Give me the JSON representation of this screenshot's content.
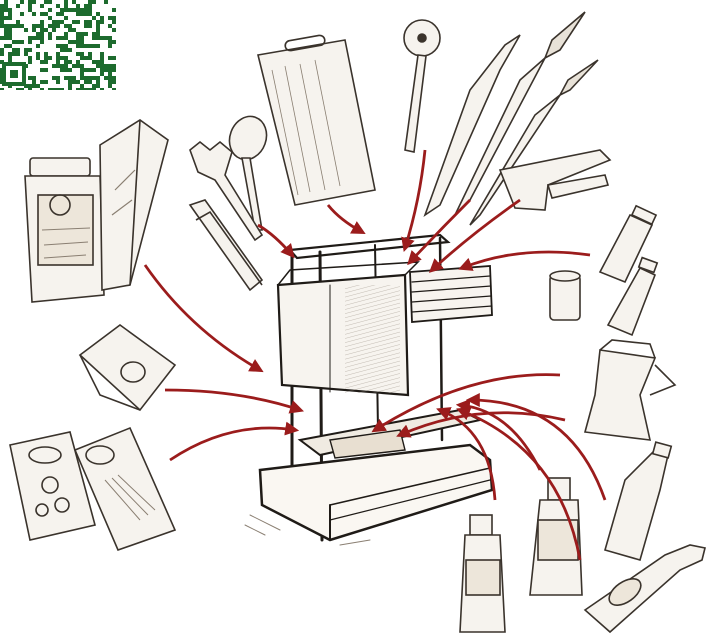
{
  "illustration": {
    "subject": "kitchen-storage-rack-sketch",
    "items": [
      "cutting-board",
      "pizza-cutter",
      "knife",
      "knife",
      "knife",
      "spoon",
      "fork",
      "tongs",
      "garlic-press",
      "jar",
      "pasta-box",
      "spice-bottle",
      "spice-bottle",
      "spice-jar",
      "tea-box",
      "food-packet",
      "food-packet",
      "moka-pot",
      "bottle",
      "bottle",
      "bottle",
      "wine-bottle"
    ],
    "colors": {
      "ink": "#3a332c",
      "shade": "#8a7f72",
      "paper": "#f3efe8",
      "arrow": "#9b1c1c",
      "qr": "#1d6b2e"
    }
  },
  "qr_code": {
    "icon": "qr-code-icon"
  }
}
